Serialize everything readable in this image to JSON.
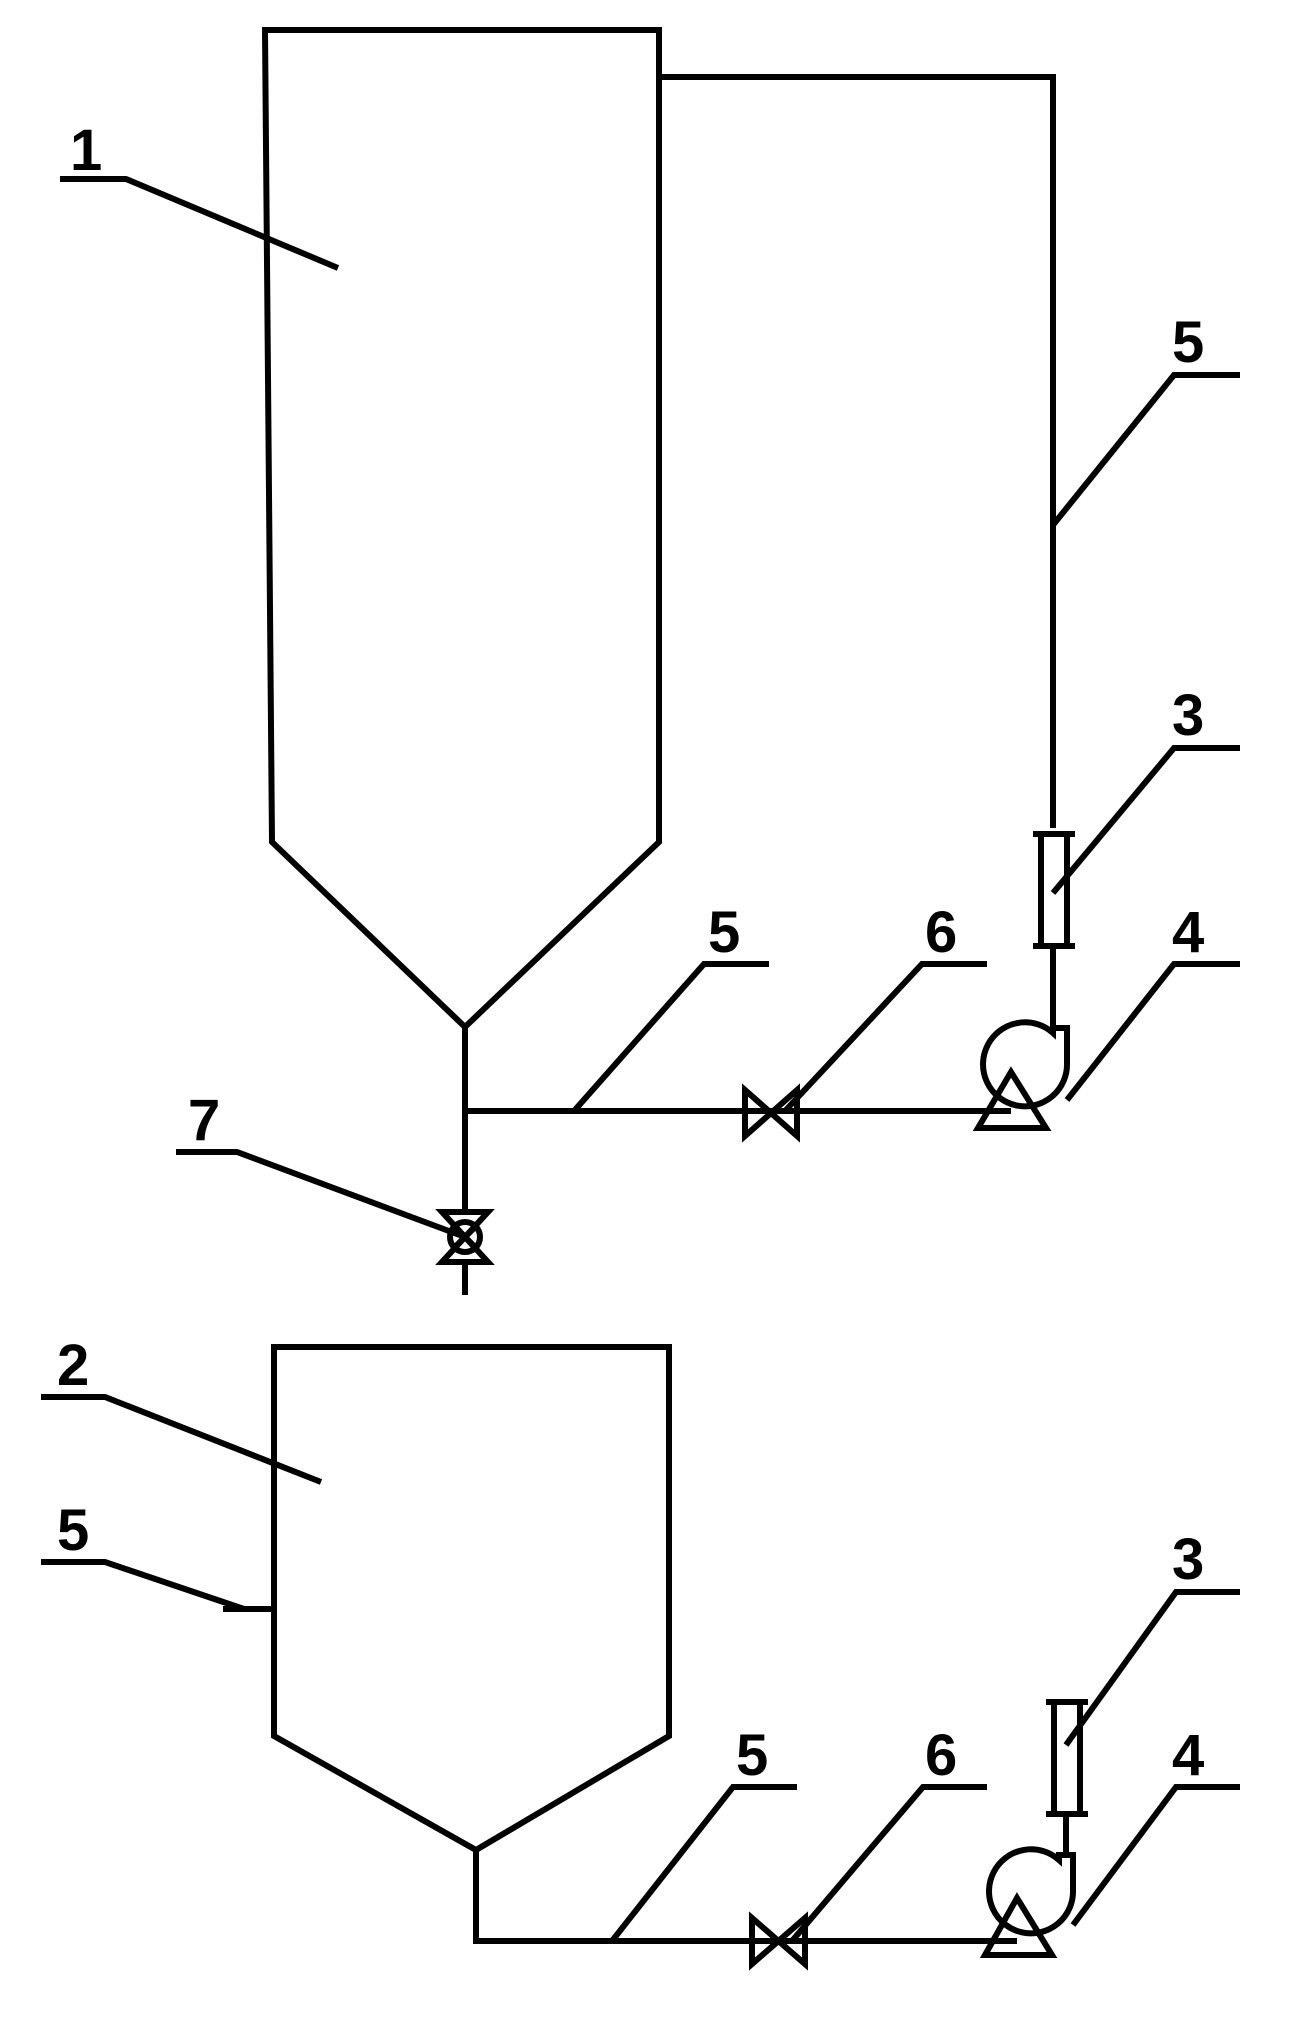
{
  "diagram": {
    "stroke_color": "#000000",
    "background_color": "#ffffff",
    "labels": {
      "tank_upper": "1",
      "tank_lower": "2",
      "flowmeter_upper": "3",
      "flowmeter_lower": "3",
      "pump_upper": "4",
      "pump_lower": "4",
      "pipe_upper_right": "5",
      "pipe_upper_bottom": "5",
      "pipe_lower_side": "5",
      "pipe_lower_bottom": "5",
      "valve_upper": "6",
      "valve_lower": "6",
      "drain_valve": "7"
    }
  }
}
